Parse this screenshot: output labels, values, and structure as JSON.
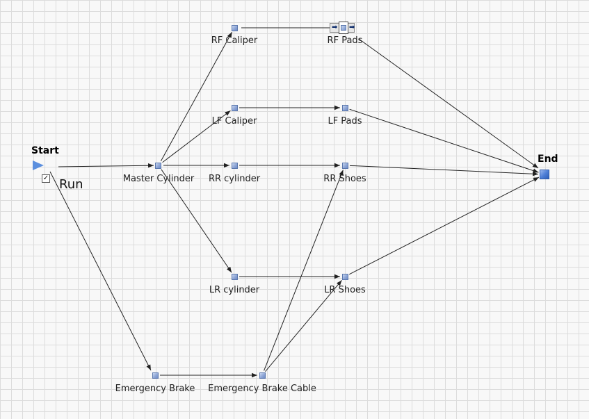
{
  "start": {
    "label": "Start",
    "run_label": "Run",
    "run_checked": "✓"
  },
  "end": {
    "label": "End"
  },
  "nodes": {
    "rf_caliper": "RF Caliper",
    "rf_pads": "RF Pads",
    "lf_caliper": "LF Caliper",
    "lf_pads": "LF Pads",
    "master_cylinder": "Master Cylinder",
    "rr_cylinder": "RR cylinder",
    "rr_shoes": "RR Shoes",
    "lr_cylinder": "LR cylinder",
    "lr_shoes": "LR Shoes",
    "emergency_brake": "Emergency Brake",
    "emergency_brake_cable": "Emergency Brake Cable"
  },
  "edges": [
    [
      "start",
      "master_cylinder"
    ],
    [
      "start",
      "emergency_brake"
    ],
    [
      "master_cylinder",
      "rf_caliper"
    ],
    [
      "master_cylinder",
      "lf_caliper"
    ],
    [
      "master_cylinder",
      "rr_cylinder"
    ],
    [
      "master_cylinder",
      "lr_cylinder"
    ],
    [
      "rf_caliper",
      "rf_pads"
    ],
    [
      "lf_caliper",
      "lf_pads"
    ],
    [
      "rr_cylinder",
      "rr_shoes"
    ],
    [
      "lr_cylinder",
      "lr_shoes"
    ],
    [
      "emergency_brake",
      "emergency_brake_cable"
    ],
    [
      "emergency_brake_cable",
      "rr_shoes"
    ],
    [
      "emergency_brake_cable",
      "lr_shoes"
    ],
    [
      "rf_pads",
      "end"
    ],
    [
      "lf_pads",
      "end"
    ],
    [
      "rr_shoes",
      "end"
    ],
    [
      "lr_shoes",
      "end"
    ]
  ],
  "colors": {
    "node": "#8ea6d6",
    "end": "#4f7fd6",
    "start": "#5b8fde",
    "edge": "#222222"
  }
}
